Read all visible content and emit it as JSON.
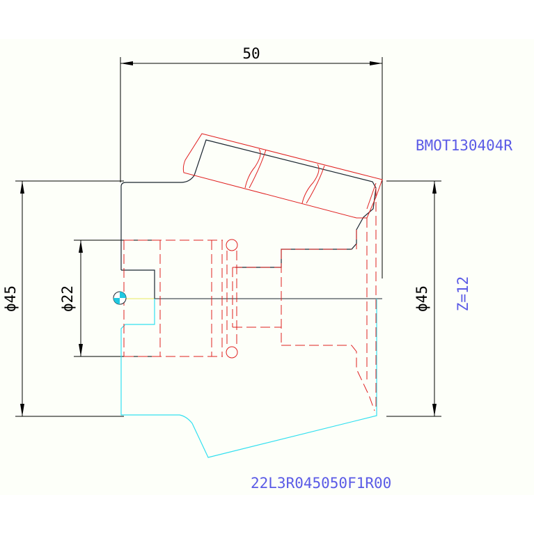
{
  "colors": {
    "background": "#fdfff9",
    "dimension_line": "#000000",
    "insert_outline": "#e02020",
    "body_upper": "#1a2530",
    "body_lower": "#33e0f0",
    "label_text": "#5a5ae6",
    "centerline": "#e8e860"
  },
  "dimensions": {
    "length": "50",
    "left_diameter": "ϕ45",
    "bore_diameter": "ϕ22",
    "right_diameter": "ϕ45"
  },
  "labels": {
    "insert_code": "BMOT130404R",
    "teeth_count": "Z=12",
    "tool_code": "22L3R045050F1R00"
  },
  "icons": {
    "origin_marker": "origin-marker-icon"
  }
}
